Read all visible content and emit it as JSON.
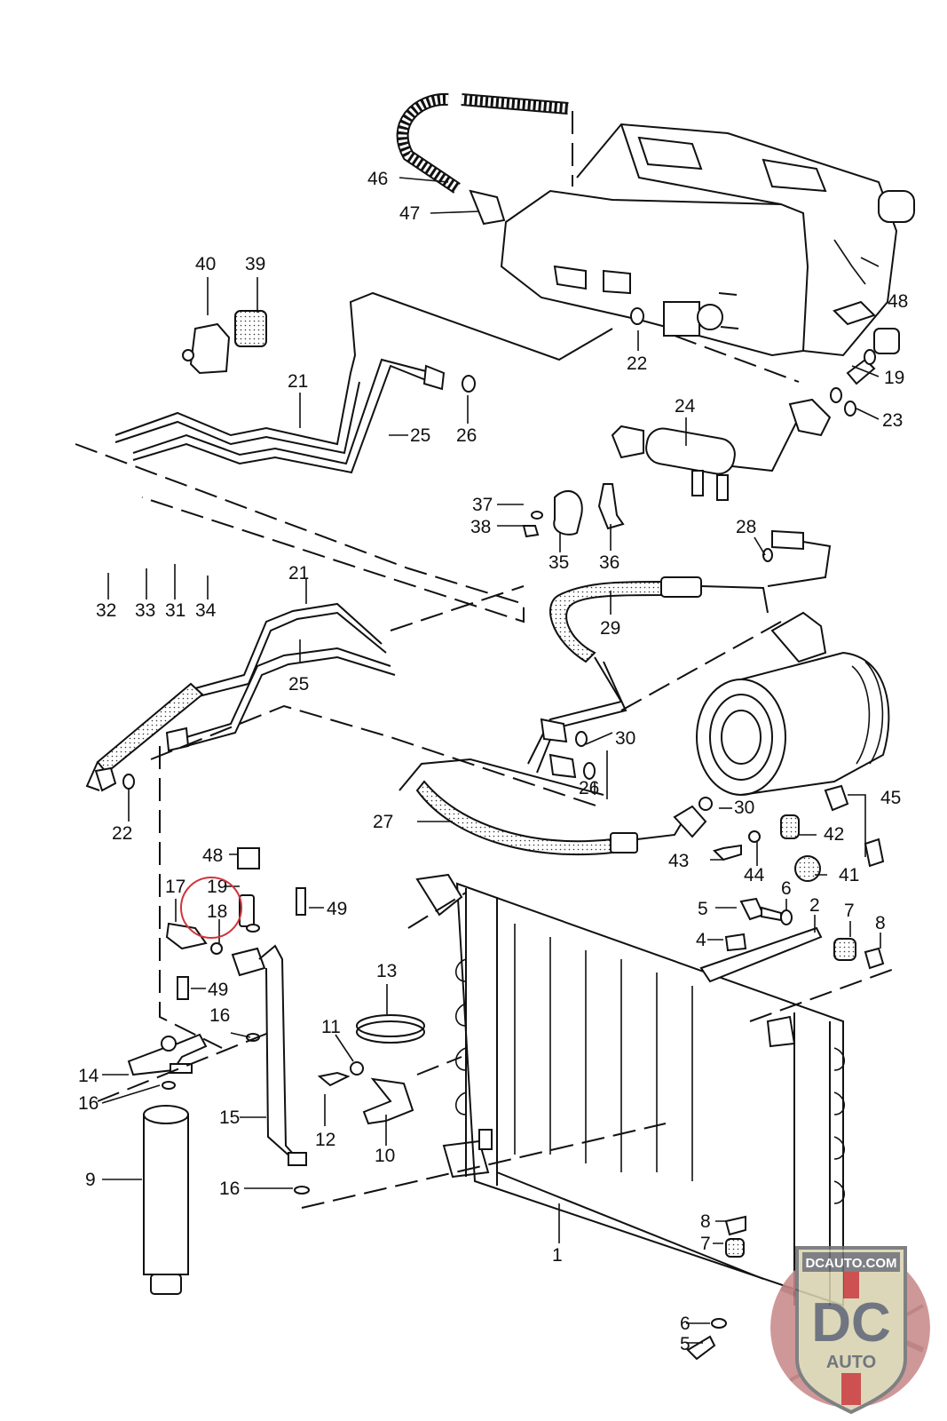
{
  "diagram": {
    "type": "exploded parts diagram",
    "subject": "air conditioning system: evaporator, lines, compressor, condenser, receiver-drier",
    "highlight": {
      "label": "18",
      "shape": "circle",
      "color": "#d0343a"
    },
    "callouts": {
      "c46": "46",
      "c47": "47",
      "c48a": "48",
      "c22a": "22",
      "c19a": "19",
      "c23": "23",
      "c40": "40",
      "c39": "39",
      "c21a": "21",
      "c25a": "25",
      "c26a": "26",
      "c24": "24",
      "c37": "37",
      "c38": "38",
      "c35": "35",
      "c36": "36",
      "c28": "28",
      "c29": "29",
      "c32": "32",
      "c33": "33",
      "c31": "31",
      "c34": "34",
      "c21b": "21",
      "c25b": "25",
      "c30a": "30",
      "c26b": "26",
      "c30b": "30",
      "c27": "27",
      "c45": "45",
      "c42": "42",
      "c43": "43",
      "c44": "44",
      "c41": "41",
      "c22b": "22",
      "c48b": "48",
      "c19b": "19",
      "c17": "17",
      "c18": "18",
      "c49a": "49",
      "c49b": "49",
      "c16a": "16",
      "c14": "14",
      "c16b": "16",
      "c15": "15",
      "c16c": "16",
      "c9": "9",
      "c13": "13",
      "c11": "11",
      "c12": "12",
      "c10": "10",
      "c5a": "5",
      "c6a": "6",
      "c2": "2",
      "c7a": "7",
      "c8a": "8",
      "c4": "4",
      "c1": "1",
      "c8b": "8",
      "c7b": "7",
      "c6b": "6",
      "c5b": "5"
    }
  },
  "watermark": {
    "site": "DCAUTO.COM",
    "monogram": "DC",
    "word": "AUTO",
    "colors": {
      "disc": "#c98a8a",
      "shield": "#d9d2b0",
      "letters": "#5d6470",
      "red": "#c83a3a"
    }
  }
}
